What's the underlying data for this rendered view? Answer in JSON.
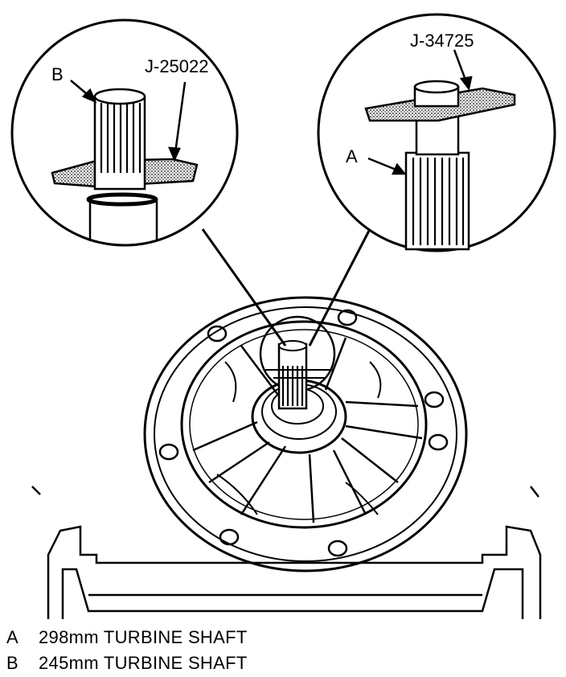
{
  "callouts": {
    "left_part": "B",
    "left_tool": "J-25022",
    "right_tool": "J-34725",
    "right_part": "A"
  },
  "legend": [
    {
      "key": "A",
      "text": "298mm TURBINE SHAFT"
    },
    {
      "key": "B",
      "text": "245mm TURBINE SHAFT"
    }
  ]
}
